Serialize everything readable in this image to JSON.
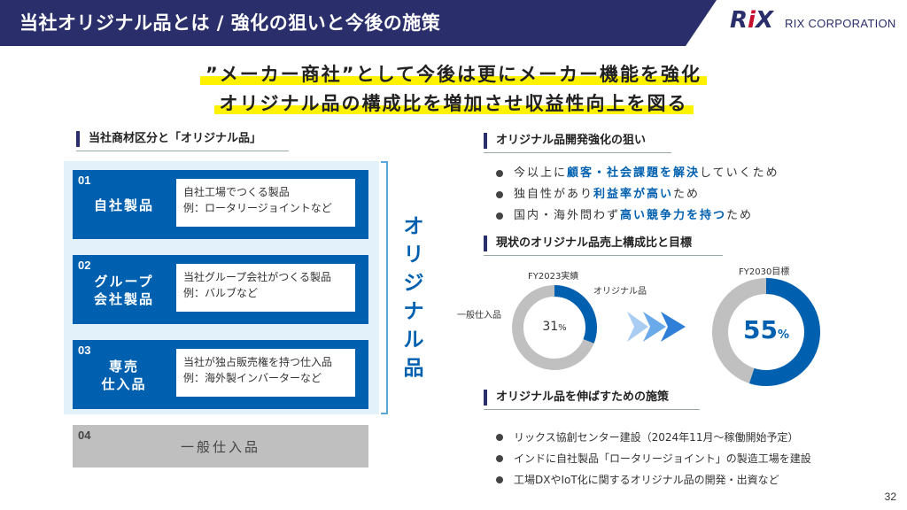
{
  "header": {
    "title": "当社オリジナル品とは / 強化の狙いと今後の施策",
    "logo_mark_a": "R",
    "logo_mark_b": "i",
    "logo_mark_c": "X",
    "logo_text": "RIX CORPORATION"
  },
  "headline": {
    "line1": "”メーカー商社”として今後は更にメーカー機能を強化",
    "line2": "オリジナル品の構成比を増加させ収益性向上を図る"
  },
  "left": {
    "section_title": "当社商材区分と「オリジナル品」",
    "categories": [
      {
        "num": "01",
        "name_line1": "自社製品",
        "name_line2": "",
        "desc1": "自社工場でつくる製品",
        "desc2": "例：ロータリージョイントなど"
      },
      {
        "num": "02",
        "name_line1": "グループ",
        "name_line2": "会社製品",
        "desc1": "当社グループ会社がつくる製品",
        "desc2": "例：バルブなど"
      },
      {
        "num": "03",
        "name_line1": "専売",
        "name_line2": "仕入品",
        "desc1": "当社が独占販売権を持つ仕入品",
        "desc2": "例：海外製インバーターなど"
      }
    ],
    "cat4": {
      "num": "04",
      "name": "一般仕入品"
    },
    "vertical_label": "オリジナル品"
  },
  "aims": {
    "section_title": "オリジナル品開発強化の狙い",
    "items": [
      {
        "pre": "今以上に",
        "em": "顧客・社会課題を解決",
        "post": "していくため"
      },
      {
        "pre": "独自性があり",
        "em": "利益率が高い",
        "post": "ため"
      },
      {
        "pre": "国内・海外問わず",
        "em": "高い競争力を持つ",
        "post": "ため"
      }
    ]
  },
  "ratio": {
    "section_title": "現状のオリジナル品売上構成比と目標",
    "current": {
      "label": "FY2023実績",
      "value": 31,
      "unit": "%",
      "original_label": "オリジナル品",
      "general_label": "一般仕入品"
    },
    "target": {
      "label": "FY2030目標",
      "value": 55,
      "unit": "%"
    },
    "colors": {
      "original": "#0060b0",
      "general": "#c0c0c0",
      "arrow": "#2f7fd8"
    }
  },
  "measures": {
    "section_title": "オリジナル品を伸ばすための施策",
    "items": [
      "リックス協創センター建設（2024年11月～稼働開始予定）",
      "インドに自社製品「ロータリージョイント」の製造工場を建設",
      "工場DXやIoT化に関するオリジナル品の開発・出資など"
    ]
  },
  "page_number": "32"
}
